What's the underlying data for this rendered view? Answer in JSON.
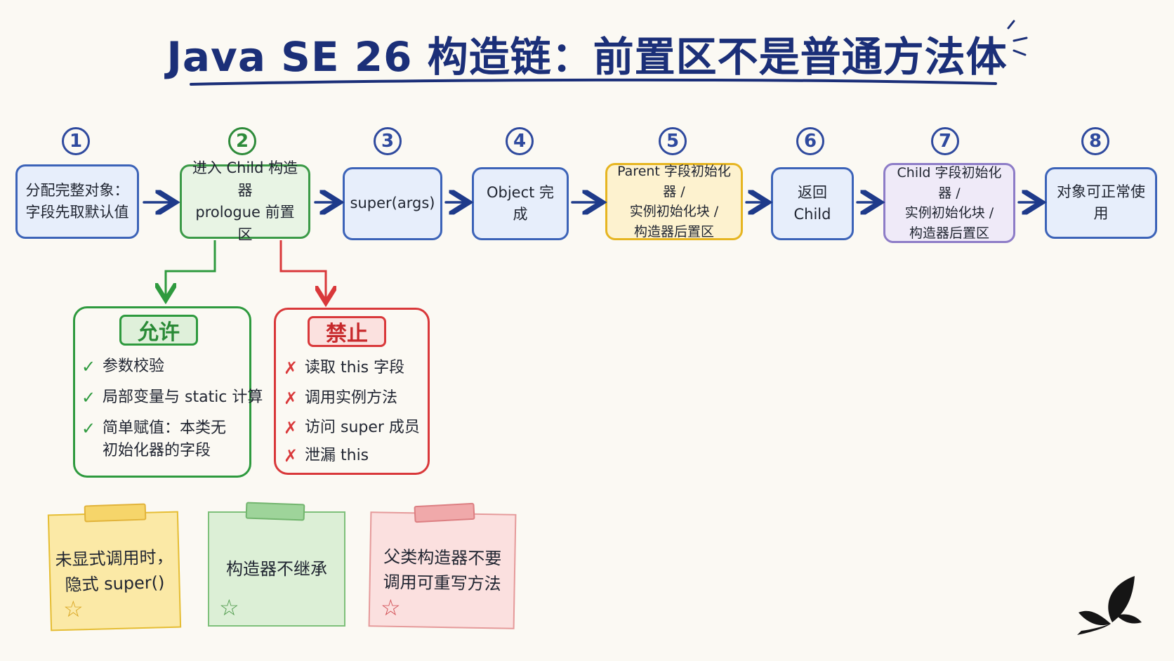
{
  "title": "Java SE 26 构造链：前置区不是普通方法体",
  "steps": [
    {
      "num": "1",
      "text": "分配完整对象：\n字段先取默认值"
    },
    {
      "num": "2",
      "text": "进入 Child 构造器\nprologue 前置区"
    },
    {
      "num": "3",
      "text": "super(args)"
    },
    {
      "num": "4",
      "text": "Object 完成"
    },
    {
      "num": "5",
      "text": "Parent 字段初始化器 /\n实例初始化块 /\n构造器后置区"
    },
    {
      "num": "6",
      "text": "返回 Child"
    },
    {
      "num": "7",
      "text": "Child 字段初始化器 /\n实例初始化块 /\n构造器后置区"
    },
    {
      "num": "8",
      "text": "对象可正常使用"
    }
  ],
  "allowed": {
    "label": "允许",
    "items": [
      "参数校验",
      "局部变量与 static 计算",
      "简单赋值：本类无\n初始化器的字段"
    ]
  },
  "forbidden": {
    "label": "禁止",
    "items": [
      "读取 this 字段",
      "调用实例方法",
      "访问 super 成员",
      "泄漏 this"
    ]
  },
  "notes": [
    {
      "text": "未显式调用时，\n隐式 super()",
      "color": "yellow"
    },
    {
      "text": "构造器不继承",
      "color": "green"
    },
    {
      "text": "父类构造器不要\n调用可重写方法",
      "color": "red"
    }
  ],
  "icons": {
    "check": "check-icon",
    "cross": "cross-icon",
    "star": "star-icon",
    "logo": "butterfly-logo-icon"
  },
  "colors": {
    "title": "#1b2f78",
    "flow_arrow": "#1e3a8a",
    "allow": "#2e9a3e",
    "deny": "#d9383a"
  }
}
